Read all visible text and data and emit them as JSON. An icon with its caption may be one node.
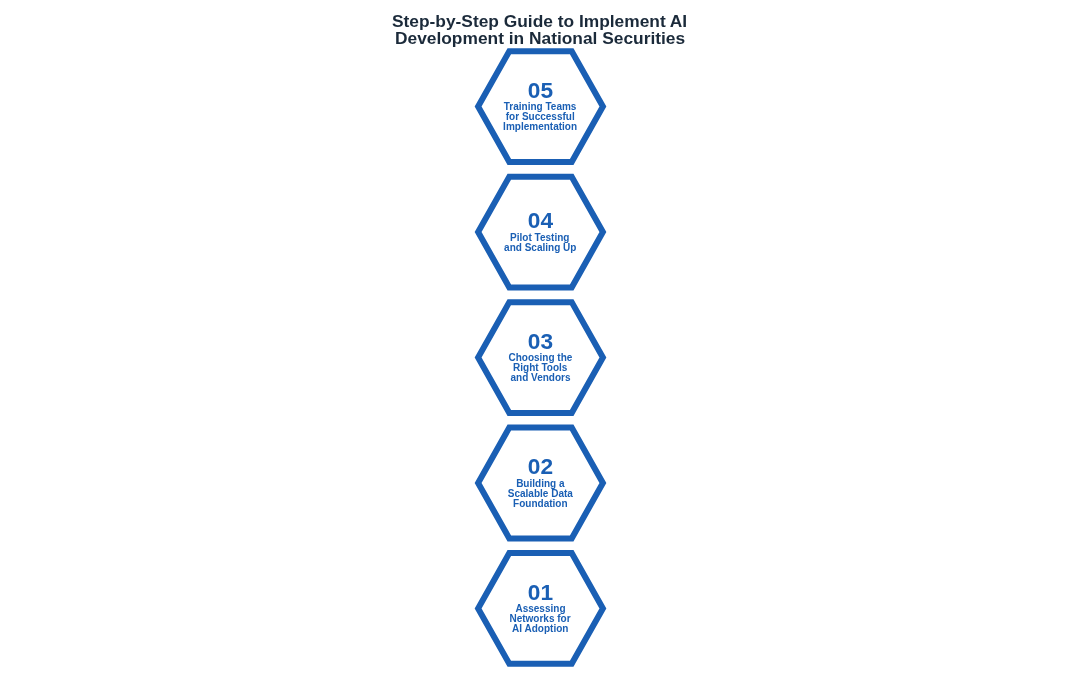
{
  "diagram": {
    "title": "Step-by-Step Guide to Implement AI Development in National Securities",
    "nodes": [
      {
        "text": [
          "01",
          "Assessing Networks for AI Adoption"
        ]
      },
      {
        "text": [
          "02",
          "Building a Scalable Data Foundation"
        ]
      },
      {
        "text": [
          "03",
          "Choosing the Right Tools and Vendors"
        ]
      },
      {
        "text": [
          "04",
          "Pilot Testing and Scaling Up"
        ]
      },
      {
        "text": [
          "05",
          "Training Teams for Successful Implementation"
        ]
      }
    ]
  }
}
